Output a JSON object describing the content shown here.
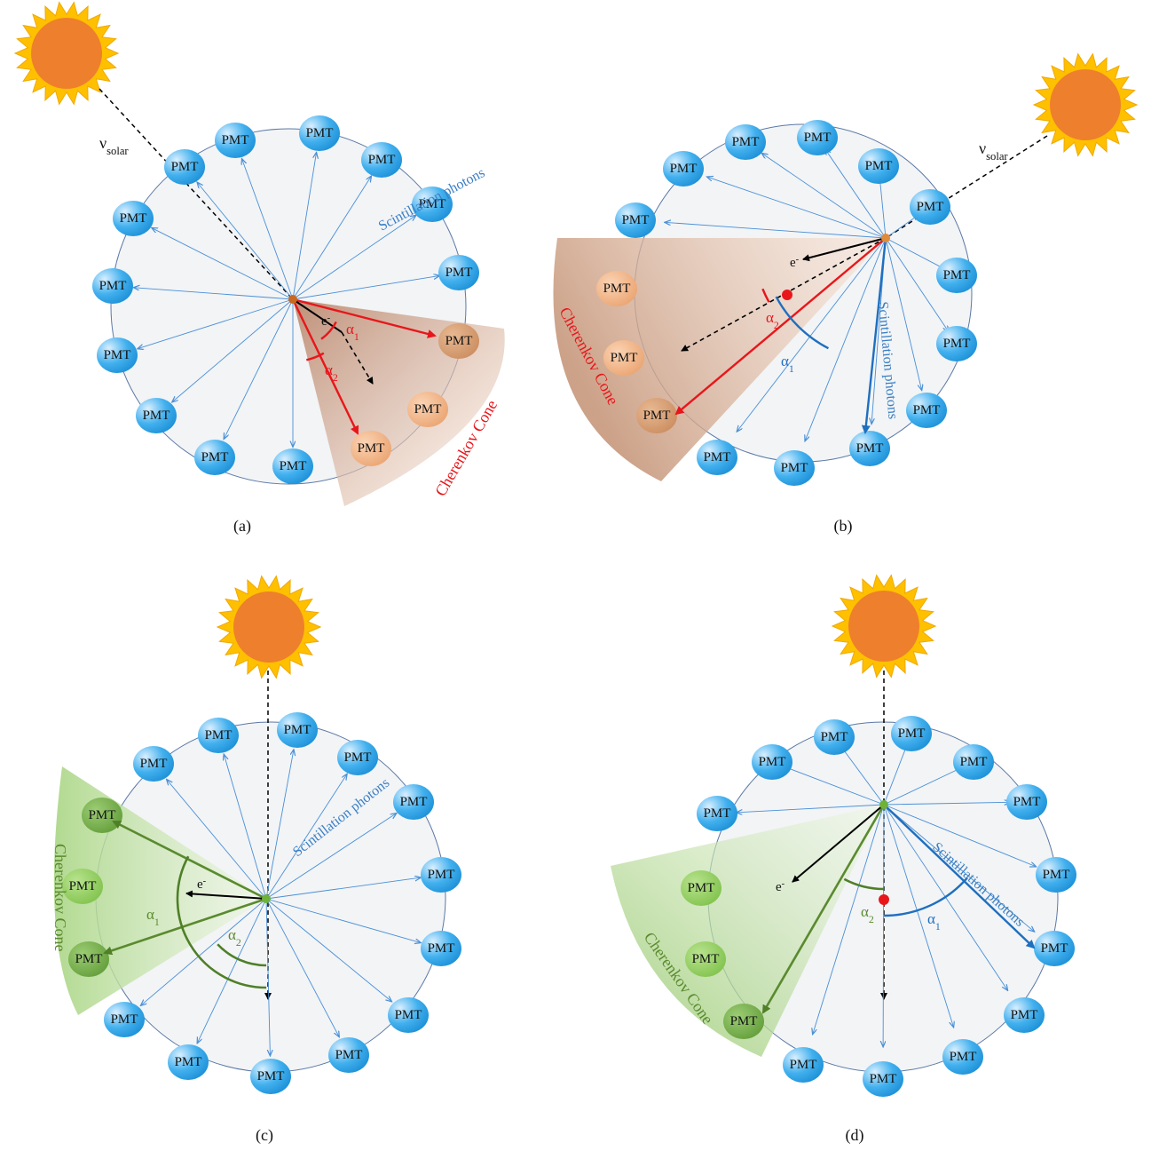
{
  "panels": [
    {
      "id": "a",
      "caption": "(a)",
      "cone_label": "Cherenkov Cone",
      "scint_label": "Scintillation photons",
      "electron_label": "e",
      "electron_sup": "-",
      "alpha1_label": "α",
      "alpha1_sub": "1",
      "alpha2_label": "α",
      "alpha2_sub": "2",
      "neutrino_label": "ν",
      "neutrino_sub": "solar",
      "accent": "#e8161b",
      "pmt_label": "PMT"
    },
    {
      "id": "b",
      "caption": "(b)",
      "cone_label": "Cherenkov Cone",
      "scint_label": "Scintillation photons",
      "electron_label": "e",
      "electron_sup": "-",
      "alpha1_label": "α",
      "alpha1_sub": "1",
      "alpha2_label": "α",
      "alpha2_sub": "2",
      "neutrino_label": "ν",
      "neutrino_sub": "solar",
      "accent": "#e8161b",
      "pmt_label": "PMT"
    },
    {
      "id": "c",
      "caption": "(c)",
      "cone_label": "Cherenkov Cone",
      "scint_label": "Scintillation photons",
      "electron_label": "e",
      "electron_sup": "-",
      "alpha1_label": "α",
      "alpha1_sub": "1",
      "alpha2_label": "α",
      "alpha2_sub": "2",
      "accent": "#5a8a2e",
      "pmt_label": "PMT"
    },
    {
      "id": "d",
      "caption": "(d)",
      "cone_label": "Cherenkov Cone",
      "scint_label": "Scintillation photons",
      "electron_label": "e",
      "electron_sup": "-",
      "alpha1_label": "α",
      "alpha1_sub": "1",
      "alpha2_label": "α",
      "alpha2_sub": "2",
      "accent": "#5a8a2e",
      "pmt_label": "PMT"
    }
  ],
  "colors": {
    "sun_body": "#ee7f2d",
    "sun_rays": "#ffc000",
    "pmt_blue": "#2ea6e6",
    "pmt_orange": "#f2b183",
    "pmt_green": "#8fcf5a",
    "photon_blue": "#4a8fd6",
    "scint_text": "#3a7fc4"
  }
}
